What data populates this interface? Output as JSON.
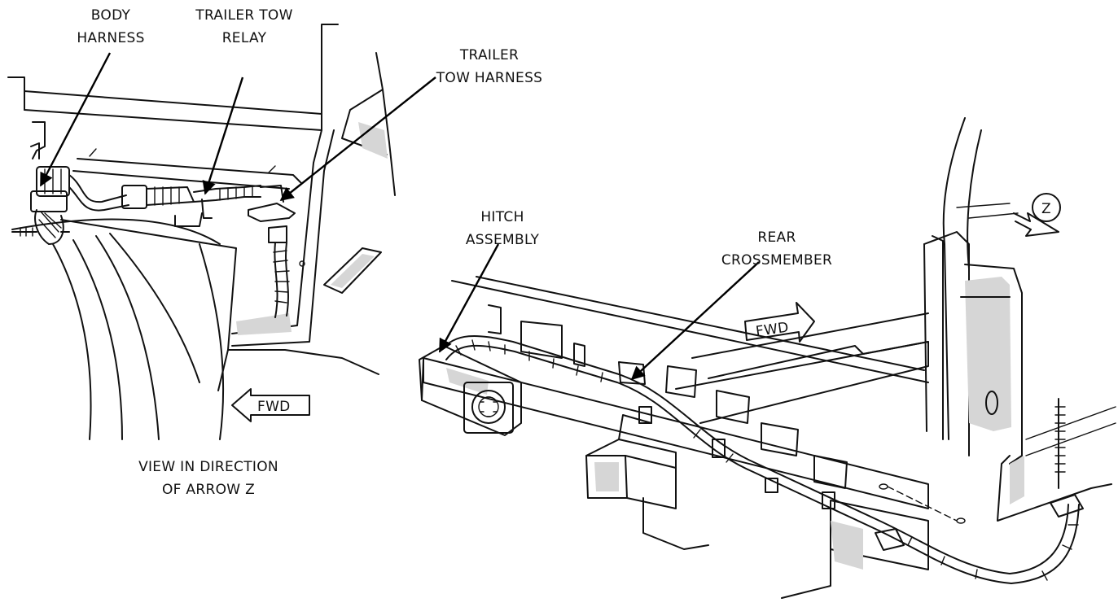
{
  "labels": {
    "body_harness": [
      "BODY",
      "HARNESS"
    ],
    "trailer_tow_relay": [
      "TRAILER TOW",
      "RELAY"
    ],
    "trailer_tow_harness": [
      "TRAILER",
      "TOW HARNESS"
    ],
    "hitch_assembly": [
      "HITCH",
      "ASSEMBLY"
    ],
    "rear_crossmember": [
      "REAR",
      "CROSSMEMBER"
    ],
    "view_caption": [
      "VIEW IN DIRECTION",
      "OF ARROW Z"
    ]
  },
  "arrows": {
    "fwd_left": "FWD",
    "fwd_right": "FWD",
    "z_marker": "Z"
  }
}
